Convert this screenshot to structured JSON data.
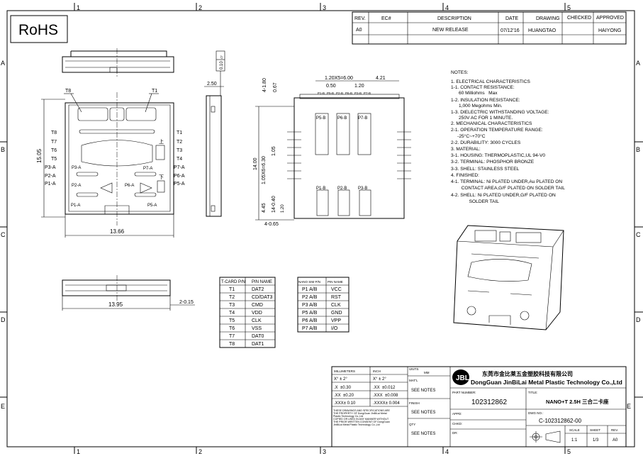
{
  "frame": {
    "columns": [
      "1",
      "2",
      "3",
      "4",
      "5"
    ],
    "rows": [
      "A",
      "B",
      "C",
      "D",
      "E"
    ]
  },
  "rohs": "RoHS",
  "revision_table": {
    "headers": [
      "REV.",
      "EC#",
      "DESCRIPTION",
      "DATE",
      "DRAWING",
      "CHECKED",
      "APPROVED"
    ],
    "rows": [
      [
        "A0",
        "",
        "NEW RELEASE",
        "07/12'16",
        "HUANGTAO",
        "",
        "HAIYONG"
      ]
    ]
  },
  "flatness": {
    "symbol": "▱",
    "value": "0.10"
  },
  "top_view": {
    "labels_top": [
      "T8",
      "T1"
    ],
    "labels_left": [
      "T8",
      "T7",
      "T6",
      "T5",
      "P3-A",
      "P2-A",
      "P1-A"
    ],
    "labels_right": [
      "T1",
      "T2",
      "T3",
      "T4",
      "P7-A",
      "P6-A",
      "P5-A"
    ],
    "labels_inner": [
      "P3-A",
      "P7-A",
      "P2-A",
      "P6-A",
      "P1-A",
      "P5-A"
    ],
    "arrow_up_label": "上",
    "arrow_down_label": "下",
    "height_dim": "15.05",
    "width_dim": "13.66"
  },
  "side_view": {
    "thickness_dim": "2.50"
  },
  "right_view": {
    "dims": [
      "1.20X5=6.00",
      "4.21",
      "0.50",
      "1.20",
      "4-1.80",
      "0.67",
      "14.00",
      "1.05X6=6.30",
      "1.05",
      "4.45",
      "14-0.40",
      "1.20",
      "4-0.65"
    ],
    "pad_labels": [
      "P1-B",
      "P5-B",
      "P2-B",
      "P6-B",
      "P3-B",
      "P7-B"
    ],
    "slot_labels_top": [
      "P5-B",
      "P6-B",
      "P7-B"
    ],
    "slot_labels_bottom": [
      "P1-B",
      "P2-B",
      "P3-B"
    ]
  },
  "bottom_view": {
    "width_dim": "13.95",
    "tail_dim": "2-0.15"
  },
  "tcard_table": {
    "headers": [
      "T-CARD P/N",
      "PIN NAME"
    ],
    "rows": [
      [
        "T1",
        "DAT2"
      ],
      [
        "T2",
        "CD/DAT3"
      ],
      [
        "T3",
        "CMD"
      ],
      [
        "T4",
        "VDD"
      ],
      [
        "T5",
        "CLK"
      ],
      [
        "T6",
        "VSS"
      ],
      [
        "T7",
        "DAT0"
      ],
      [
        "T8",
        "DAT1"
      ]
    ]
  },
  "nanosim_table": {
    "headers": [
      "NANO SIM P/N",
      "PIN NAME"
    ],
    "rows": [
      [
        "P1 A/B",
        "VCC"
      ],
      [
        "P2 A/B",
        "RST"
      ],
      [
        "P3 A/B",
        "CLK"
      ],
      [
        "P5 A/B",
        "GND"
      ],
      [
        "P6 A/B",
        "VPP"
      ],
      [
        "P7 A/B",
        "I/O"
      ]
    ]
  },
  "notes": [
    "NOTES:",
    "1. ELECTRICAL CHARACTERISTICS",
    "1-1. CONTACT RESISTANCE:",
    "      60 Milliohms   Max",
    "1-2. INSULATION RESISTANCE:",
    "      1,000 Megohms Min.",
    "1-3. DIELECTRIC WITHSTANDING VOLTAGE:",
    "      250V AC FOR 1 MINUTE.",
    "2. MECHANICAL CHARACTERISTICS",
    "2-1. OPERATION TEMPERATURE RANGE:",
    "     -25°C~+70°C",
    "2-2. DURABILITY: 3000 CYCLES",
    "3. MATERIAL:",
    "3-1. HOUSING: THERMOPLASTIC,UL 94-V0",
    "3-2. TERMINAL: PHOSPHOR BRONZE",
    "3-3. SHELL: STAINLESS STEEL",
    "4. FINISHED:",
    "4-1. TERMINAL: Ni PLATED UNDER,Au PLATED ON",
    "        CONTACT AREA,G/F PLATED ON SOLDER TAIL",
    "4-2. SHELL: Ni PLATED UNDER,G/F PLATED ON",
    "              SOLDER TAIL"
  ],
  "title_block": {
    "tolerance_headers": [
      "MILLIMETERS",
      "INCH"
    ],
    "tolerances": [
      [
        "X° ± 2°",
        "X° ± 2°"
      ],
      [
        ".X  ±0.30",
        ".XX  ±0.012"
      ],
      [
        ".XX  ±0.20",
        ".XXX  ±0.008"
      ],
      [
        ".XXX± 0.10",
        ".XXXX± 0.004"
      ]
    ],
    "disclaimer": [
      "THESE DRAWINGS AND SPECIFICATIONS ARE",
      "THE PROPERTY OF DongGuan JinBiLai Metal",
      "Plastic Technology Co.,Ltd",
      "COPIED OR USED IN ANY MANNER WITHOUT",
      "THE PRIOR WRITTEN CONSENT OF DongGuan",
      "JinBiLai Metal Plastic Technology Co.,Ltd"
    ],
    "units_label": "UNITS",
    "units_value": "MM",
    "material_label": "MAT'L",
    "material_value": "SEE NOTES",
    "finish_label": "FINISH",
    "finish_value": "SEE NOTES",
    "qty_label": "QTY",
    "qty_value": "SEE NOTES",
    "company_cn": "东莞市金比莱五金塑胶科技有限公司",
    "company_en": "DongGuan JinBiLai Metal Plastic Technology Co.,Ltd",
    "part_number_label": "PART NUMBER:",
    "part_number": "102312862",
    "title_label": "TITLE:",
    "title": "NANO+T 2.5H 三合二卡座",
    "appd_label": "APPD:",
    "chkd_label": "CHKD:",
    "dr_label": "DR:",
    "dwg_no_label": "DWG NO.:",
    "dwg_no": "C-102312862-00",
    "scale_label": "SCALE",
    "scale": "1:1",
    "sheet_label": "SHEET",
    "sheet": "1/3",
    "rev_label": "REV.",
    "rev": "A0"
  }
}
